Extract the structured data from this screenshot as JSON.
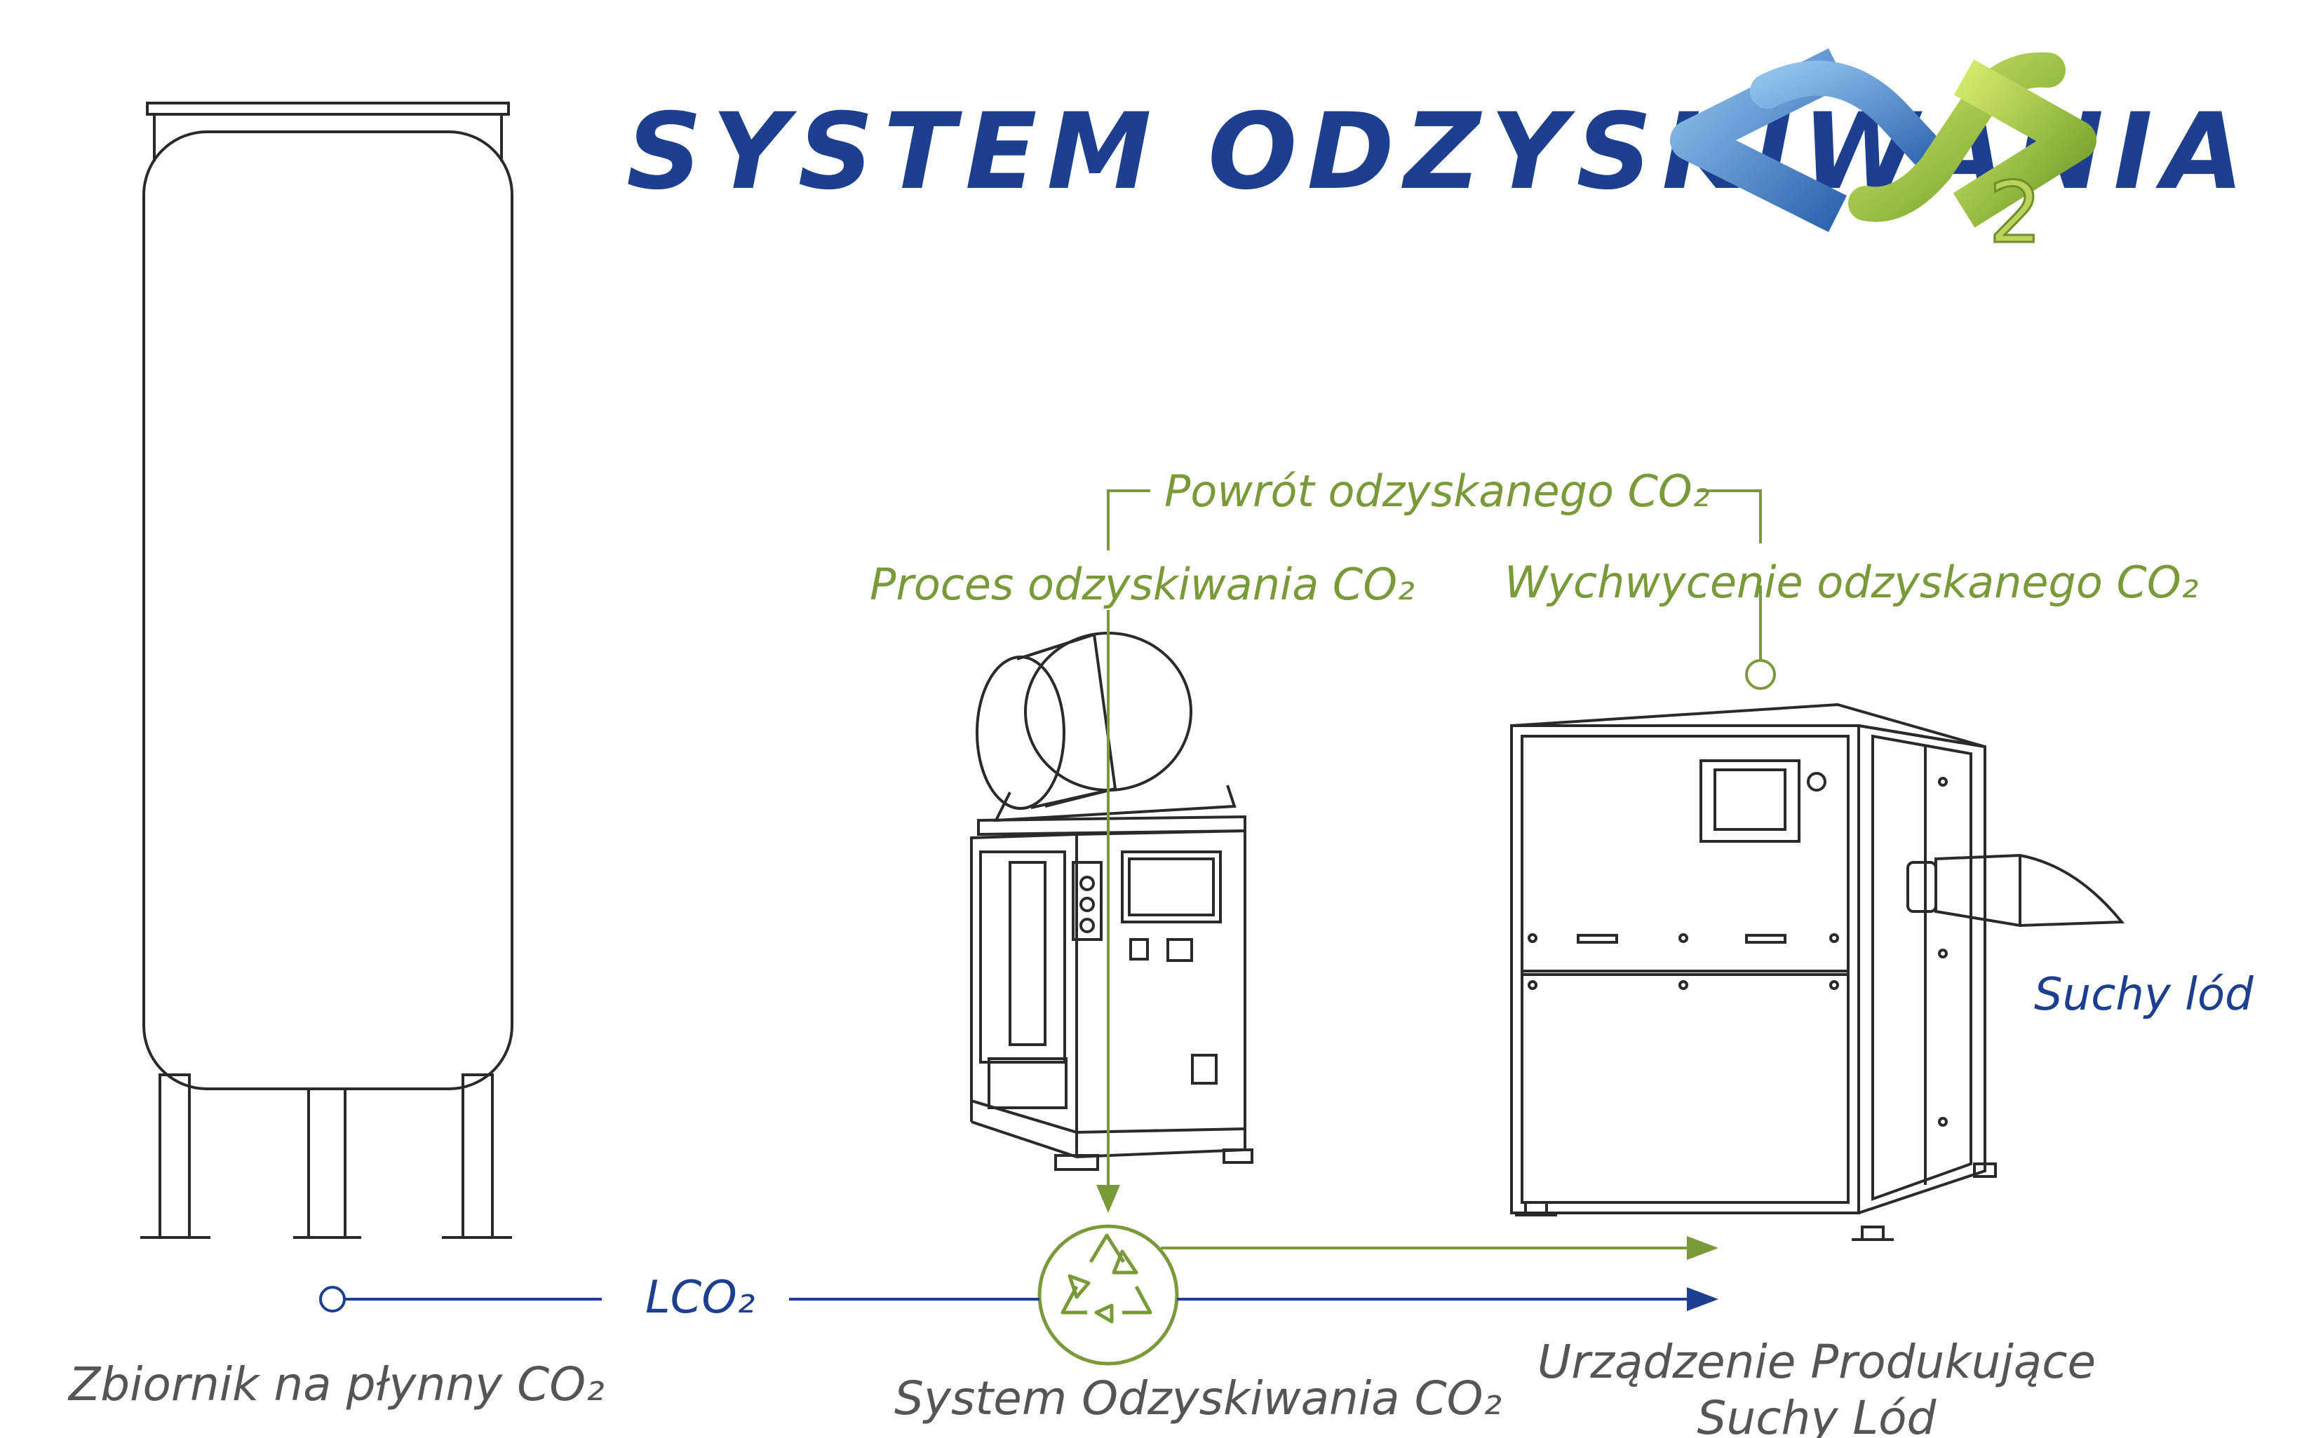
{
  "title": "SYSTEM ODZYSKIWANIA",
  "logo": {
    "text": "CO",
    "subscript": "2"
  },
  "labels": {
    "return": "Powrót odzyskanego  CO₂",
    "process": "Proces odzyskiwania  CO₂",
    "capture": "Wychwycenie odzyskanego CO₂",
    "dry_ice": "Suchy lód",
    "lco2": "LCO₂",
    "tank": "Zbiornik na płynny CO₂",
    "recovery_system": "System Odzyskiwania CO₂",
    "machine_line1": "Urządzenie Produkujące",
    "machine_line2": "Suchy Lód"
  },
  "colors": {
    "title_blue": "#1d3f8f",
    "line_blue": "#1d3f8f",
    "green": "#7a9a3a",
    "gray_text": "#555555",
    "drawing": "#2a2a2a",
    "logo_blue": "#4a86c8",
    "logo_green": "#9cc23a"
  },
  "icons": [
    "recycle-icon"
  ]
}
